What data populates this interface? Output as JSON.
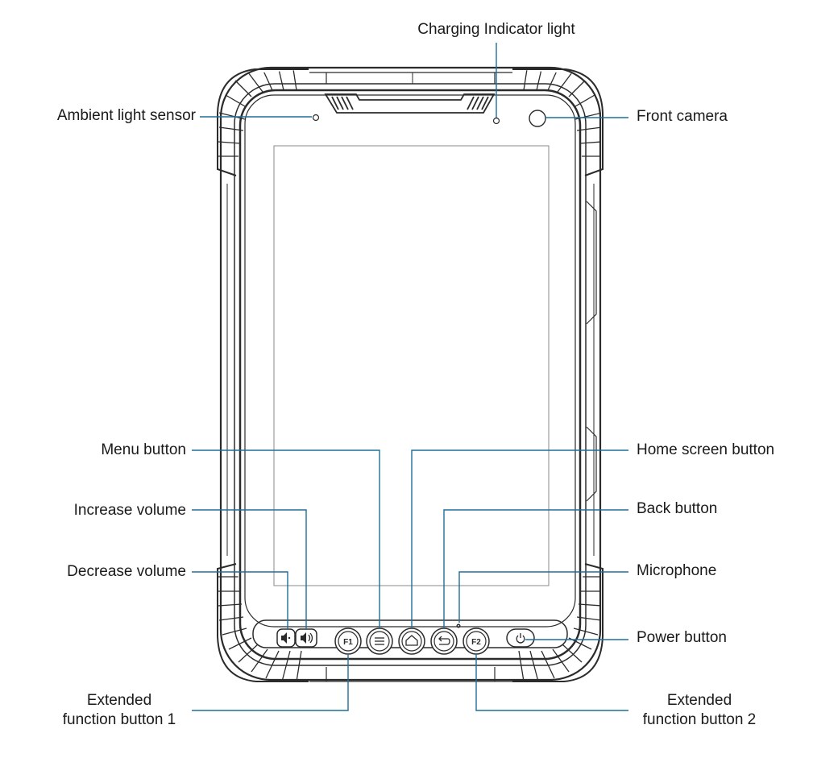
{
  "colors": {
    "leader": "#1f6e99",
    "outline": "#2b2b2b",
    "background": "#ffffff"
  },
  "labels": {
    "charging_indicator": "Charging Indicator light",
    "ambient_light_sensor": "Ambient light sensor",
    "front_camera": "Front camera",
    "menu_button": "Menu button",
    "increase_volume": "Increase volume",
    "decrease_volume": "Decrease volume",
    "home_screen_button": "Home screen button",
    "back_button": "Back button",
    "microphone": "Microphone",
    "power_button": "Power button",
    "extended_1_line1": "Extended",
    "extended_1_line2": "function button 1",
    "extended_2_line1": "Extended",
    "extended_2_line2": "function button 2"
  },
  "button_glyphs": {
    "f1": "F1",
    "f2": "F2"
  },
  "icons": [
    "volume-down-icon",
    "volume-up-icon",
    "menu-icon",
    "home-icon",
    "back-icon",
    "power-icon"
  ]
}
